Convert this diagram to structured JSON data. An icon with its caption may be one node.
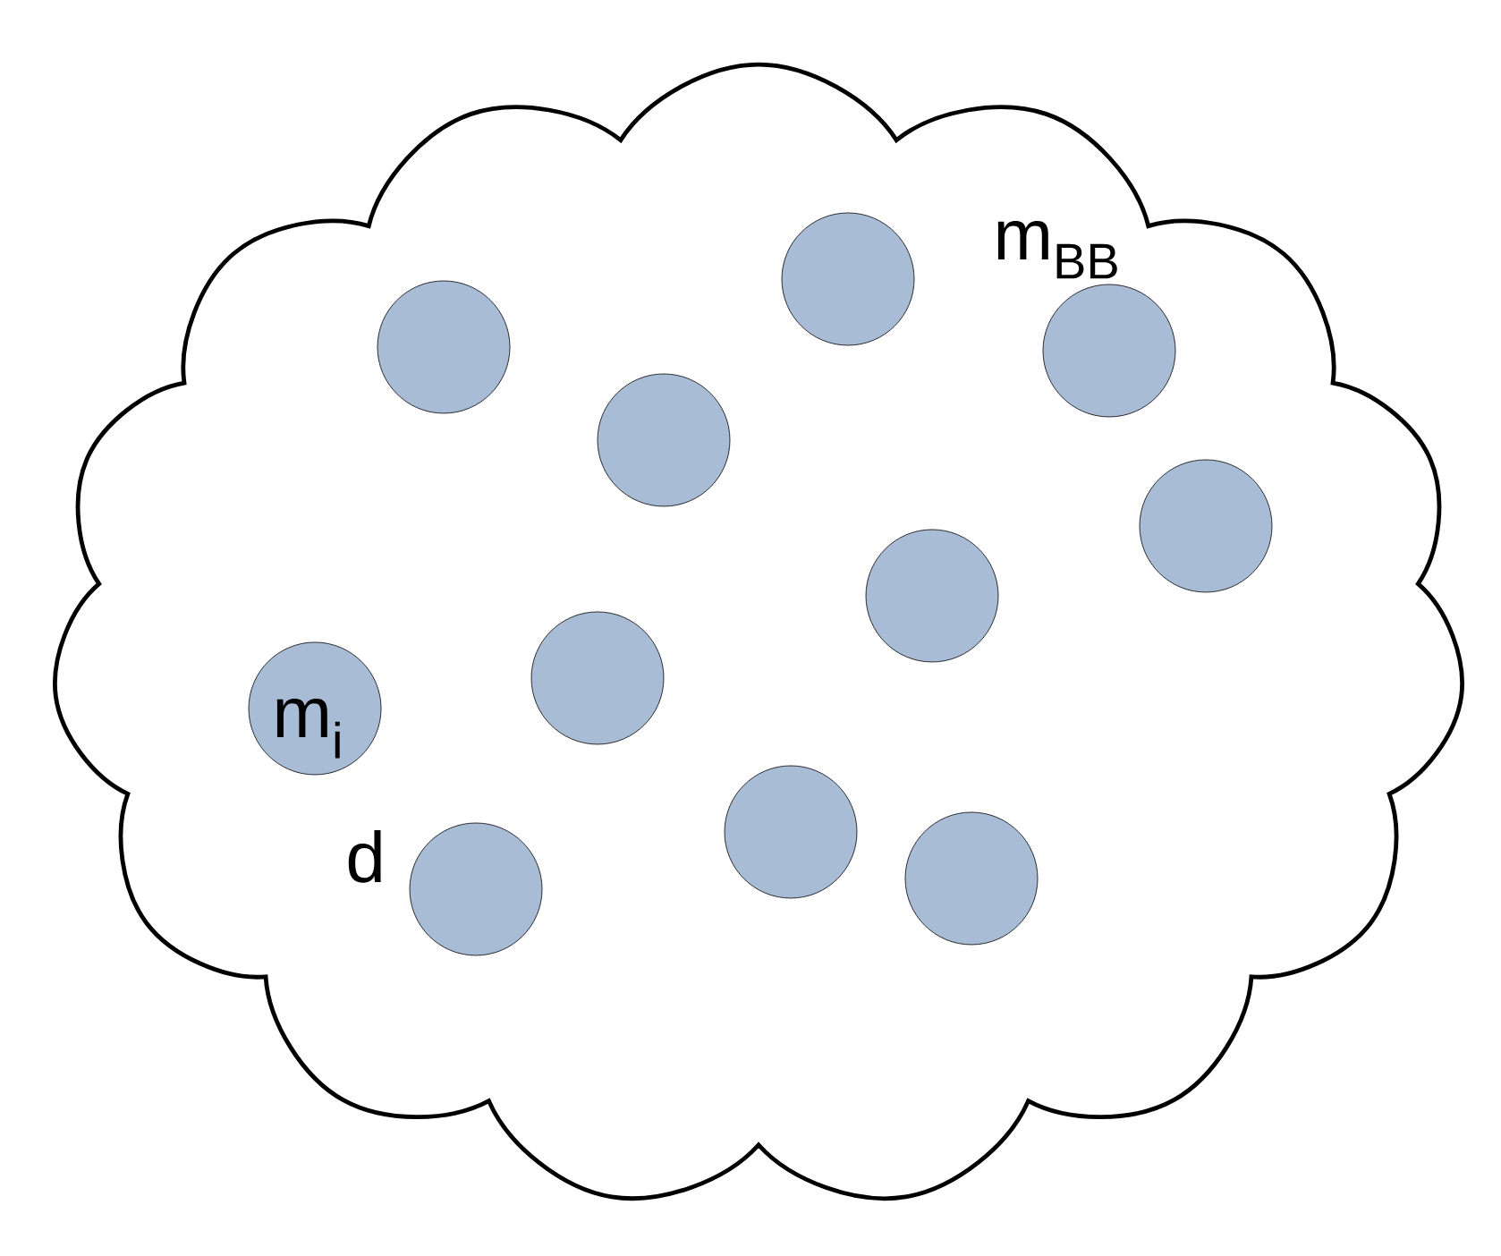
{
  "diagram": {
    "nodes": [
      {
        "text": [
          "m$_{BB}$"
        ]
      },
      {
        "text": [],
        "shape": "circle",
        "in": 0
      },
      {
        "text": [],
        "shape": "circle",
        "in": 0
      },
      {
        "text": [],
        "shape": "circle",
        "in": 0
      },
      {
        "text": [],
        "shape": "circle",
        "in": 0
      },
      {
        "text": [],
        "shape": "circle",
        "in": 0
      },
      {
        "text": [],
        "shape": "circle",
        "in": 0
      },
      {
        "text": [],
        "shape": "circle",
        "in": 0
      },
      {
        "text": [
          "m$_{i}$"
        ],
        "in": 0
      },
      {
        "text": [],
        "shape": "circle",
        "in": 0
      },
      {
        "text": [],
        "shape": "circle",
        "in": 0
      },
      {
        "text": [],
        "shape": "circle",
        "in": 0
      }
    ],
    "labels": [
      "d"
    ]
  }
}
